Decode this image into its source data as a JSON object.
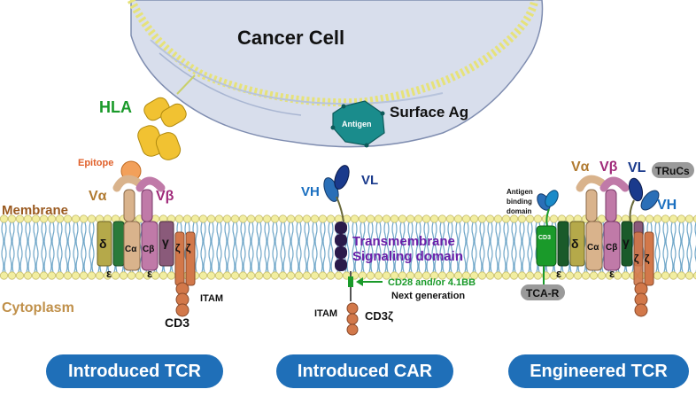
{
  "labels": {
    "cancer_cell": "Cancer Cell",
    "surface_ag": "Surface Ag",
    "antigen": "Antigen",
    "hla": "HLA",
    "epitope": "Epitope",
    "membrane": "Membrane",
    "cytoplasm": "Cytoplasm",
    "v_alpha": "Vα",
    "v_beta": "Vβ",
    "c_alpha": "Cα",
    "c_beta": "Cβ",
    "delta": "δ",
    "epsilon": "ε",
    "gamma": "γ",
    "zeta": "ζ",
    "itam": "ITAM",
    "cd3": "CD3",
    "vh": "VH",
    "vl": "VL",
    "transmembrane": "Transmembrane",
    "signaling_domain": "Signaling domain",
    "cd28_41bb": "CD28 and/or 4.1BB",
    "next_generation": "Next generation",
    "cd3_zeta": "CD3ζ",
    "antigen_binding_domain_1": "Antigen",
    "antigen_binding_domain_2": "binding",
    "antigen_binding_domain_3": "domain",
    "cd3_epsilon_small": "CD3",
    "truCs": "TRuCs",
    "tca_r": "TCA-R"
  },
  "panels": {
    "introduced_tcr": "Introduced TCR",
    "introduced_car": "Introduced CAR",
    "engineered_tcr": "Engineered TCR"
  },
  "colors": {
    "membrane_head": "#f2eea0",
    "membrane_tail": "#6fa6c8",
    "cell_body": "#c9d3e6",
    "cell_dots": "#e6e27a",
    "hla": "#f1c232",
    "antigen": "#1a8c8c",
    "epitope": "#f2a05a",
    "v_alpha": "#d9b38c",
    "v_beta": "#c07aa8",
    "car_vh": "#2a6fb7",
    "car_vl": "#1a3a8c",
    "car_stalk": "#2a1a4a",
    "cd3": "#d2784a",
    "green_text": "#1a9a2a",
    "purple_text": "#6a1fa8",
    "brown_text": "#9a5a20",
    "blue_text": "#1a6fc0",
    "pill": "#1f6fb8"
  }
}
